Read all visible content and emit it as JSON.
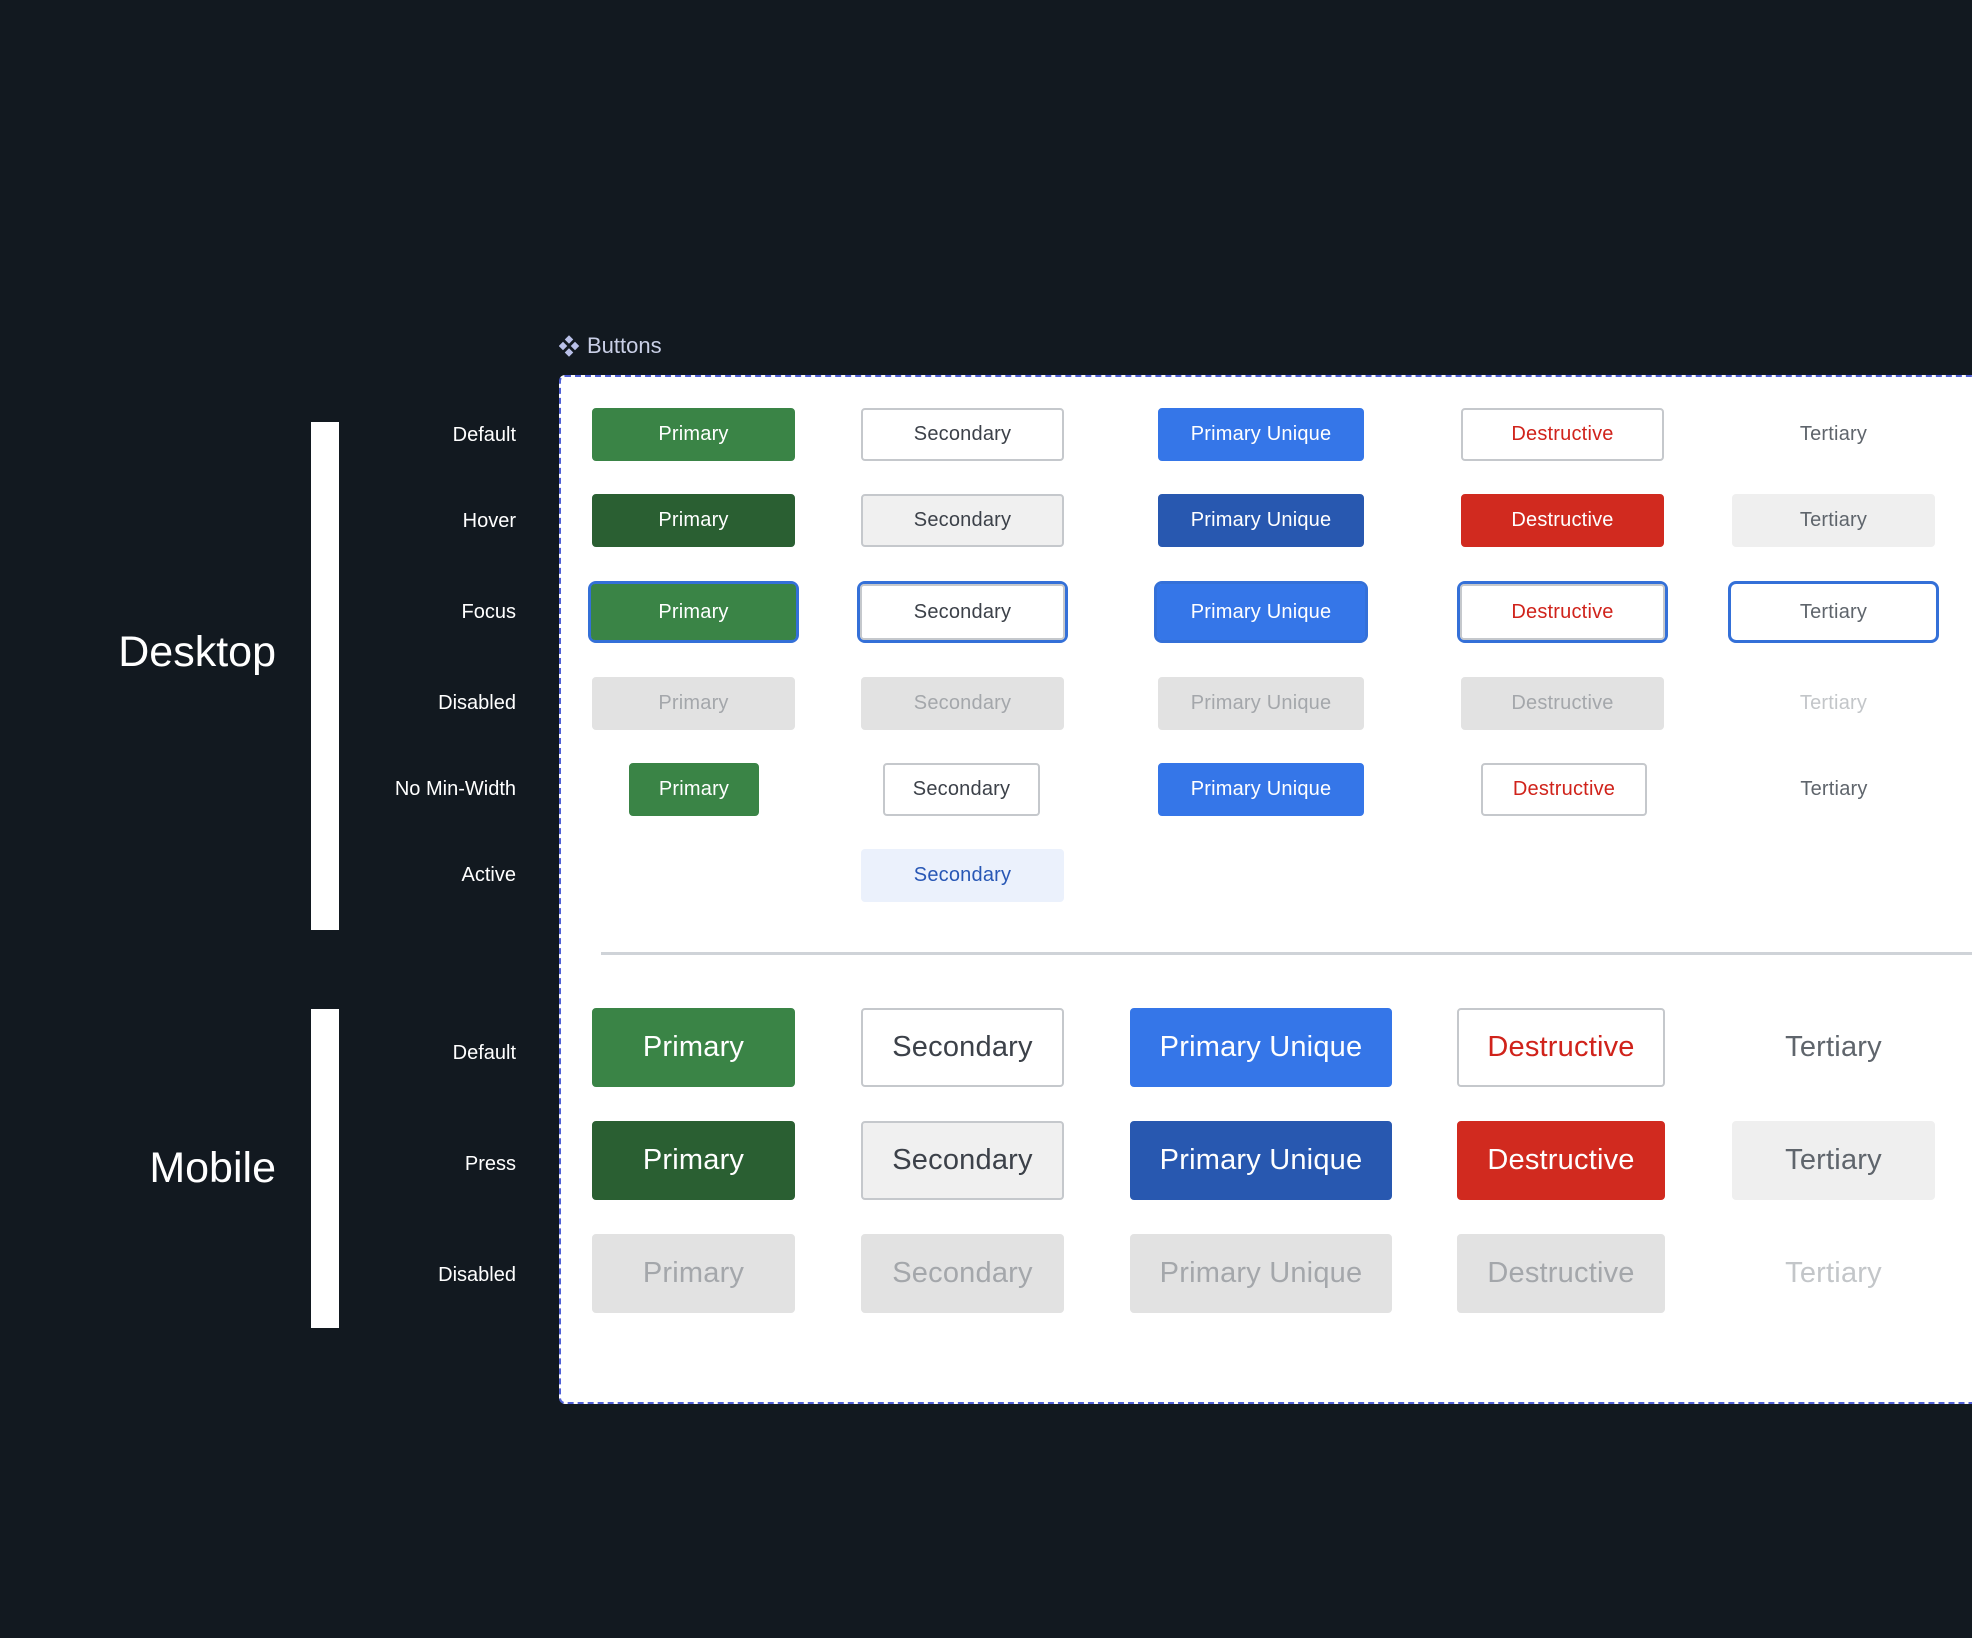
{
  "component": {
    "name": "Buttons",
    "icon": "component-icon"
  },
  "sections": {
    "desktop": "Desktop",
    "mobile": "Mobile"
  },
  "desktop_rows": [
    "Default",
    "Hover",
    "Focus",
    "Disabled",
    "No Min-Width",
    "Active"
  ],
  "mobile_rows": [
    "Default",
    "Press",
    "Disabled"
  ],
  "labels": {
    "primary": "Primary",
    "secondary": "Secondary",
    "primary_unique": "Primary Unique",
    "destructive": "Destructive",
    "tertiary": "Tertiary"
  },
  "colors": {
    "primary": "#3a8446",
    "primary_hover": "#2a5f32",
    "primary_unique": "#3576e8",
    "primary_unique_hover": "#2858b0",
    "destructive": "#d12a1f",
    "focus_ring": "#3470d8",
    "active_text": "#2857b5",
    "background": "#121920"
  }
}
